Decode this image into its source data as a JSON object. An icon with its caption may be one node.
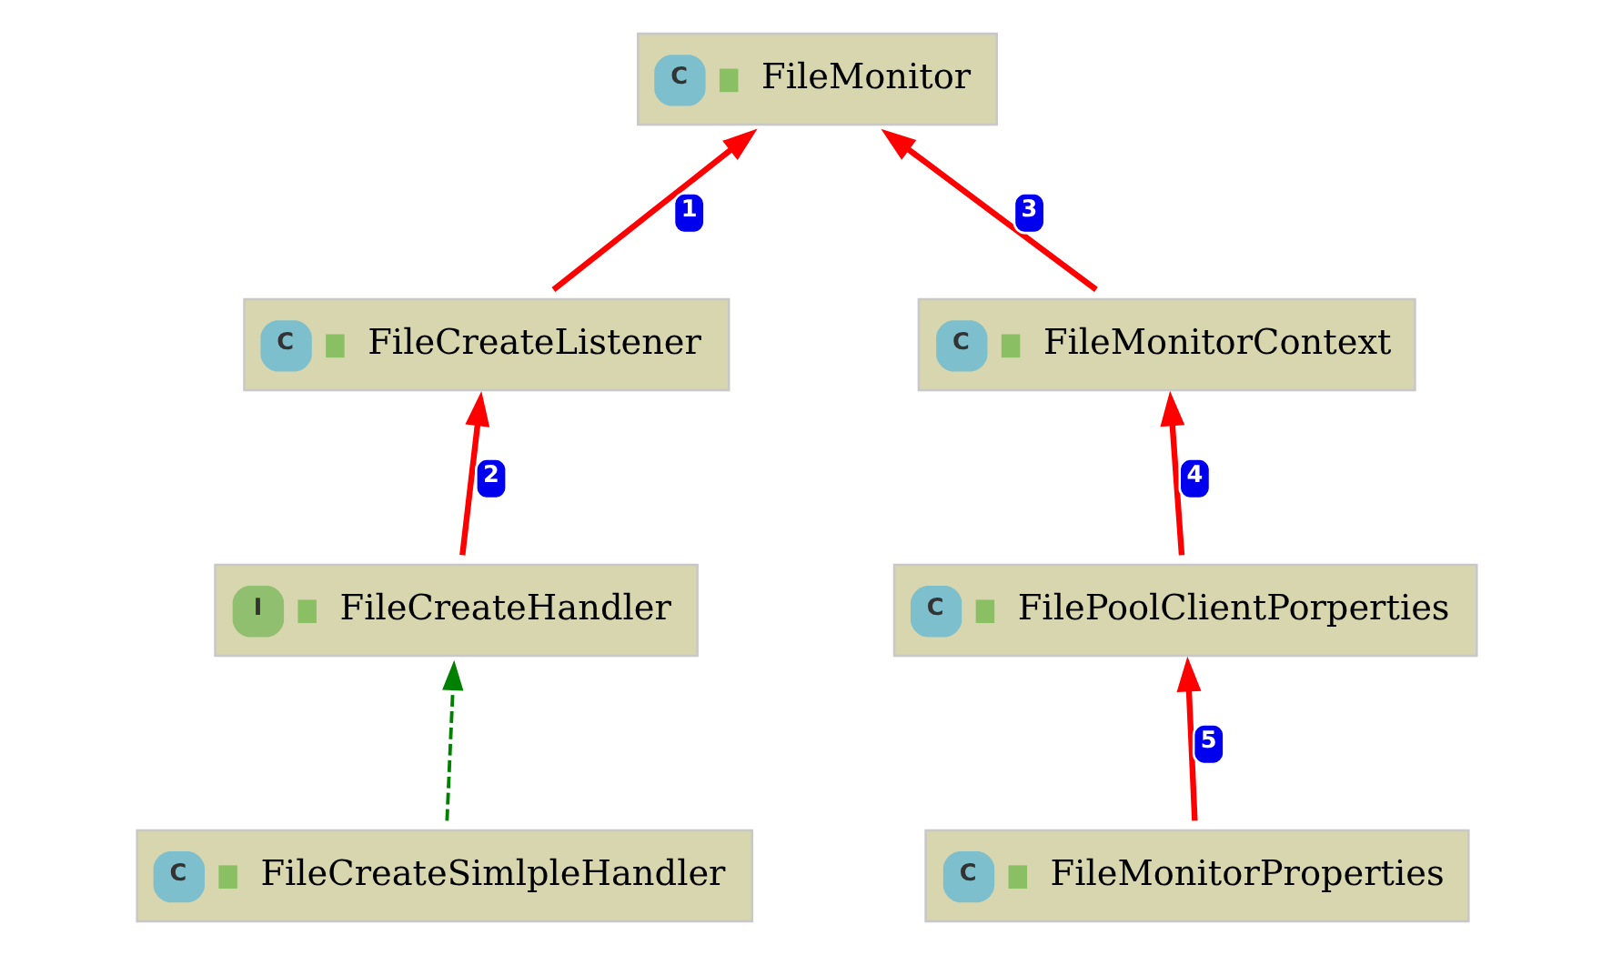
{
  "diagram": {
    "nodes": [
      {
        "text": [
          "C",
          "FileMonitor"
        ]
      },
      {
        "text": [
          "C",
          "FileCreateListener"
        ]
      },
      {
        "text": [
          "C",
          "FileMonitorContext"
        ]
      },
      {
        "text": [
          "I",
          "FileCreateHandler"
        ]
      },
      {
        "text": [
          "C",
          "FilePoolClientPorperties"
        ]
      },
      {
        "text": [
          "C",
          "FileCreateSimlpleHandler"
        ]
      },
      {
        "text": [
          "C",
          "FileMonitorProperties"
        ]
      }
    ],
    "edges": [
      {
        "from": 1,
        "to": 0,
        "arrow": "to",
        "label": "1"
      },
      {
        "from": 3,
        "to": 1,
        "arrow": "to",
        "label": "2"
      },
      {
        "from": 2,
        "to": 0,
        "arrow": "to",
        "label": "3"
      },
      {
        "from": 4,
        "to": 2,
        "arrow": "to",
        "label": "4"
      },
      {
        "from": 6,
        "to": 4,
        "arrow": "to",
        "label": "5"
      },
      {
        "from": 5,
        "to": 3,
        "arrow": "to",
        "style": "dashed",
        "color": "#008000"
      }
    ]
  }
}
